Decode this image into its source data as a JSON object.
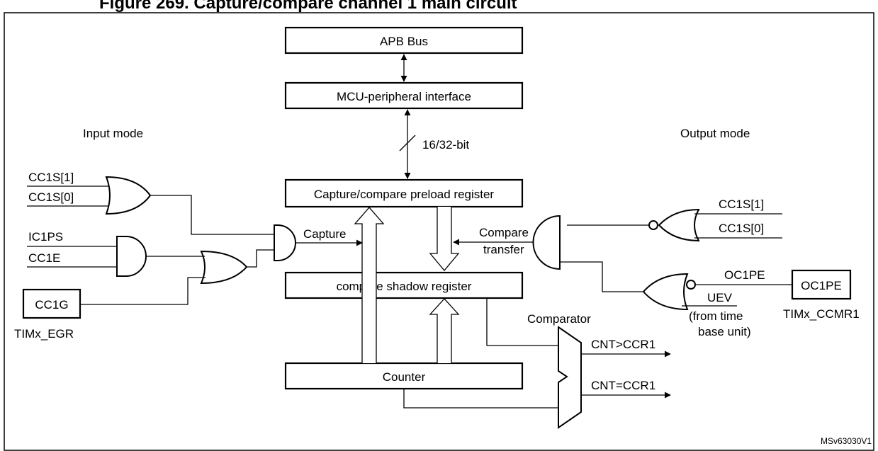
{
  "figure": {
    "banner_title": "Figure 269. Capture/compare channel 1 main circuit",
    "reference": "MSv63030V1"
  },
  "blocks": {
    "apb_bus": "APB Bus",
    "mcu_interface": "MCU-peripheral interface",
    "preload_register": "Capture/compare preload register",
    "shadow_register": "compare shadow register",
    "counter": "Counter"
  },
  "bus_width": "16/32-bit",
  "input_side": {
    "mode_label": "Input mode",
    "signals": [
      "CC1S[1]",
      "CC1S[0]",
      "IC1PS",
      "CC1E"
    ],
    "cc1g_box": "CC1G",
    "cc1g_register": "TIMx_EGR",
    "capture_label": "Capture"
  },
  "output_side": {
    "mode_label": "Output mode",
    "signals": [
      "CC1S[1]",
      "CC1S[0]"
    ],
    "compare_transfer": [
      "Compare",
      "transfer"
    ],
    "oc1pe_signal": "OC1PE",
    "oc1pe_box": "OC1PE",
    "oc1pe_register": "TIMx_CCMR1",
    "uev": "UEV",
    "uev_note": [
      "(from time",
      "base unit)"
    ]
  },
  "comparator": {
    "label": "Comparator",
    "outputs": [
      "CNT>CCR1",
      "CNT=CCR1"
    ]
  }
}
